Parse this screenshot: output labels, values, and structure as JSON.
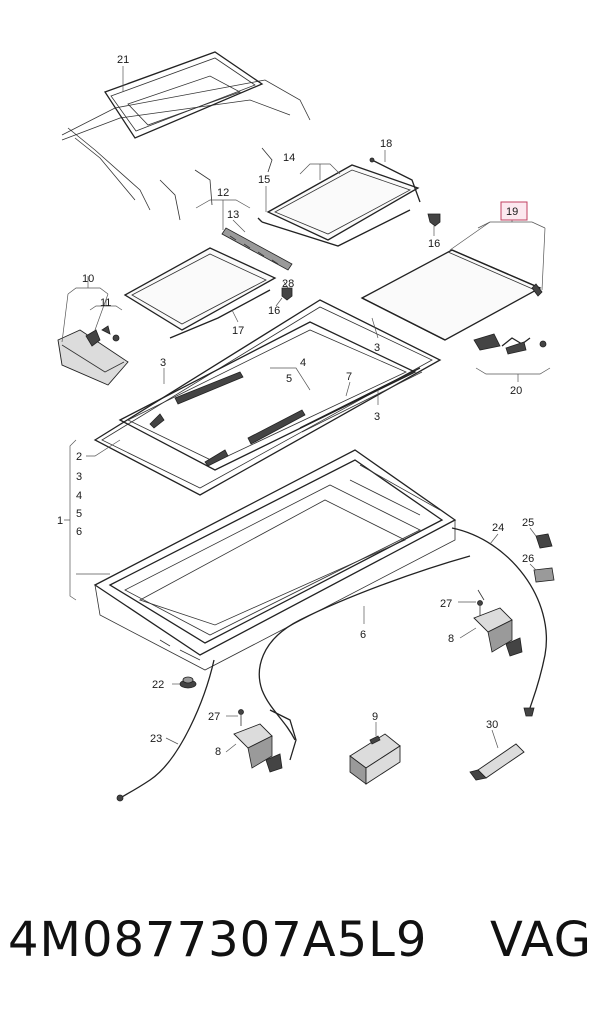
{
  "caption": {
    "part_number": "4M0877307A5L9",
    "brand": "VAG"
  },
  "highlight_color": "#c04060",
  "callouts": [
    {
      "id": "c21",
      "label": "21"
    },
    {
      "id": "c18",
      "label": "18"
    },
    {
      "id": "c14",
      "label": "14"
    },
    {
      "id": "c15",
      "label": "15"
    },
    {
      "id": "c16a",
      "label": "16"
    },
    {
      "id": "c12",
      "label": "12"
    },
    {
      "id": "c13",
      "label": "13"
    },
    {
      "id": "c19",
      "label": "19"
    },
    {
      "id": "c10",
      "label": "10"
    },
    {
      "id": "c11",
      "label": "11"
    },
    {
      "id": "c28",
      "label": "28"
    },
    {
      "id": "c16b",
      "label": "16"
    },
    {
      "id": "c17",
      "label": "17"
    },
    {
      "id": "c3a",
      "label": "3"
    },
    {
      "id": "c3b",
      "label": "3"
    },
    {
      "id": "c3c",
      "label": "3"
    },
    {
      "id": "c4",
      "label": "4"
    },
    {
      "id": "c5",
      "label": "5"
    },
    {
      "id": "c7",
      "label": "7"
    },
    {
      "id": "c20",
      "label": "20"
    },
    {
      "id": "cg2",
      "label": "2"
    },
    {
      "id": "cg3",
      "label": "3"
    },
    {
      "id": "cg4",
      "label": "4"
    },
    {
      "id": "cg5",
      "label": "5"
    },
    {
      "id": "cg6",
      "label": "6"
    },
    {
      "id": "cg1",
      "label": "1"
    },
    {
      "id": "c24",
      "label": "24"
    },
    {
      "id": "c25",
      "label": "25"
    },
    {
      "id": "c26",
      "label": "26"
    },
    {
      "id": "c27a",
      "label": "27"
    },
    {
      "id": "c8a",
      "label": "8"
    },
    {
      "id": "c6",
      "label": "6"
    },
    {
      "id": "c22",
      "label": "22"
    },
    {
      "id": "c27b",
      "label": "27"
    },
    {
      "id": "c9",
      "label": "9"
    },
    {
      "id": "c30",
      "label": "30"
    },
    {
      "id": "c23",
      "label": "23"
    },
    {
      "id": "c8b",
      "label": "8"
    }
  ]
}
